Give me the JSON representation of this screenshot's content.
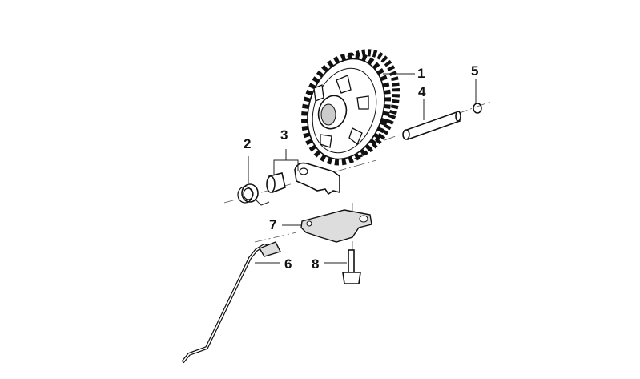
{
  "diagram": {
    "callouts": [
      {
        "id": "1",
        "label": "1",
        "part": "gear"
      },
      {
        "id": "2",
        "label": "2",
        "part": "torsion-spring"
      },
      {
        "id": "3",
        "label": "3",
        "part": "sleeve-and-lever"
      },
      {
        "id": "4",
        "label": "4",
        "part": "shaft"
      },
      {
        "id": "5",
        "label": "5",
        "part": "ring"
      },
      {
        "id": "6",
        "label": "6",
        "part": "rod"
      },
      {
        "id": "7",
        "label": "7",
        "part": "plate"
      },
      {
        "id": "8",
        "label": "8",
        "part": "bolt"
      }
    ]
  }
}
